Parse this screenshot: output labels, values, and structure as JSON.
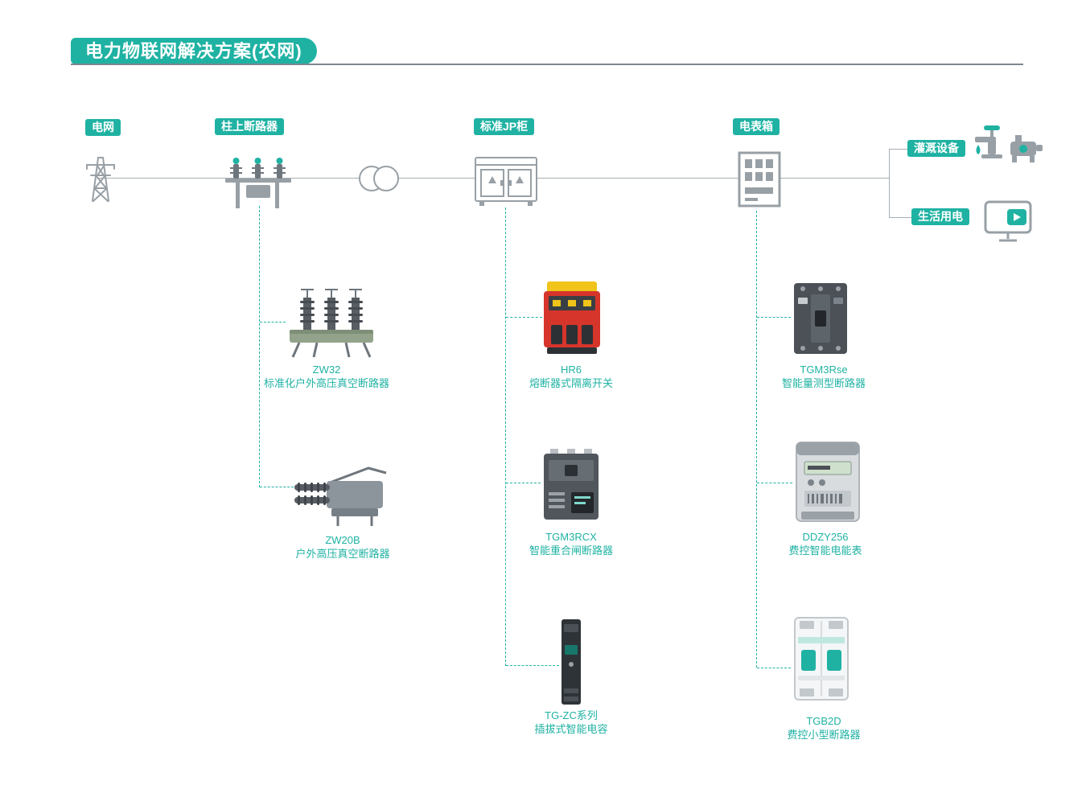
{
  "title": "电力物联网解决方案(农网)",
  "colors": {
    "accent": "#1fb2a3",
    "line": "#a6adb3"
  },
  "nodes": {
    "grid": {
      "label": "电网",
      "icon": "transmission-tower-icon"
    },
    "pole_breaker": {
      "label": "柱上断路器",
      "icon": "pole-breaker-icon"
    },
    "transformer": {
      "icon": "transformer-icon"
    },
    "jp_cabinet": {
      "label": "标准JP柜",
      "icon": "jp-cabinet-icon"
    },
    "meter_box": {
      "label": "电表箱",
      "icon": "meter-box-icon"
    },
    "irrigation": {
      "label": "灌溉设备",
      "icon": "irrigation-device-icon"
    },
    "household": {
      "label": "生活用电",
      "icon": "household-tv-icon"
    }
  },
  "products": {
    "pole_breaker_branch": [
      {
        "model": "ZW32",
        "desc": "标准化户外高压真空断路器"
      },
      {
        "model": "ZW20B",
        "desc": "户外高压真空断路器"
      }
    ],
    "jp_cabinet_branch": [
      {
        "model": "HR6",
        "desc": "熔断器式隔离开关"
      },
      {
        "model": "TGM3RCX",
        "desc": "智能重合闸断路器"
      },
      {
        "model": "TG-ZC系列",
        "desc": "插拔式智能电容"
      }
    ],
    "meter_box_branch": [
      {
        "model": "TGM3Rse",
        "desc": "智能量测型断路器"
      },
      {
        "model": "DDZY256",
        "desc": "费控智能电能表"
      },
      {
        "model": "TGB2D",
        "desc": "费控小型断路器"
      }
    ]
  }
}
